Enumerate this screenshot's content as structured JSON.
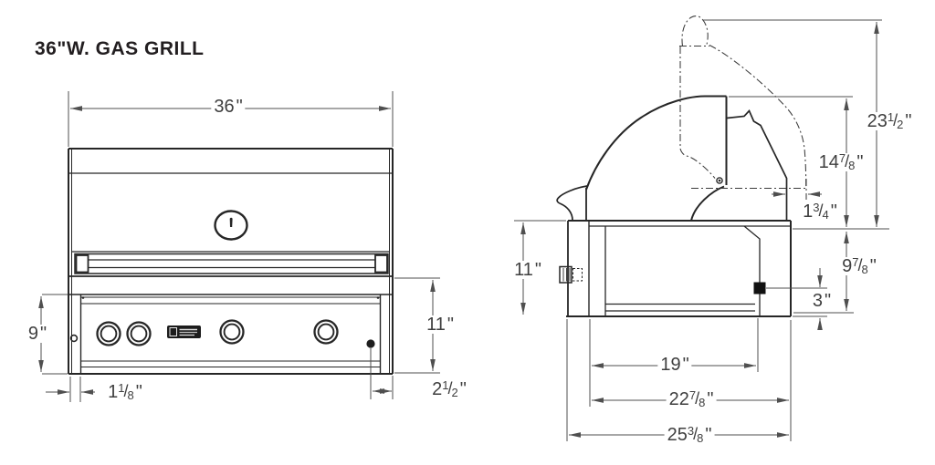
{
  "title": "36\"W. GAS GRILL",
  "glyphs": {
    "fraction_slash": "/"
  },
  "dimensions": {
    "front_width": {
      "whole": "36",
      "unit": "\""
    },
    "front_body_height": {
      "whole": "9",
      "unit": "\""
    },
    "front_flange_inset": {
      "whole": "1",
      "num": "1",
      "den": "8",
      "unit": "\""
    },
    "front_panel_height": {
      "whole": "11",
      "unit": "\""
    },
    "front_igniter_inset": {
      "whole": "2",
      "num": "1",
      "den": "2",
      "unit": "\""
    },
    "side_open_hood_height": {
      "whole": "23",
      "num": "1",
      "den": "2",
      "unit": "\""
    },
    "side_closed_hood_height": {
      "whole": "14",
      "num": "7",
      "den": "8",
      "unit": "\""
    },
    "side_rear_clearance": {
      "whole": "1",
      "num": "3",
      "den": "4",
      "unit": "\""
    },
    "side_front_height": {
      "whole": "11",
      "unit": "\""
    },
    "side_below_counter": {
      "whole": "9",
      "num": "7",
      "den": "8",
      "unit": "\""
    },
    "side_gas_inlet_height": {
      "whole": "3",
      "unit": "\""
    },
    "side_inner_depth": {
      "whole": "19",
      "unit": "\""
    },
    "side_mid_depth": {
      "whole": "22",
      "num": "7",
      "den": "8",
      "unit": "\""
    },
    "side_overall_depth": {
      "whole": "25",
      "num": "3",
      "den": "8",
      "unit": "\""
    }
  }
}
